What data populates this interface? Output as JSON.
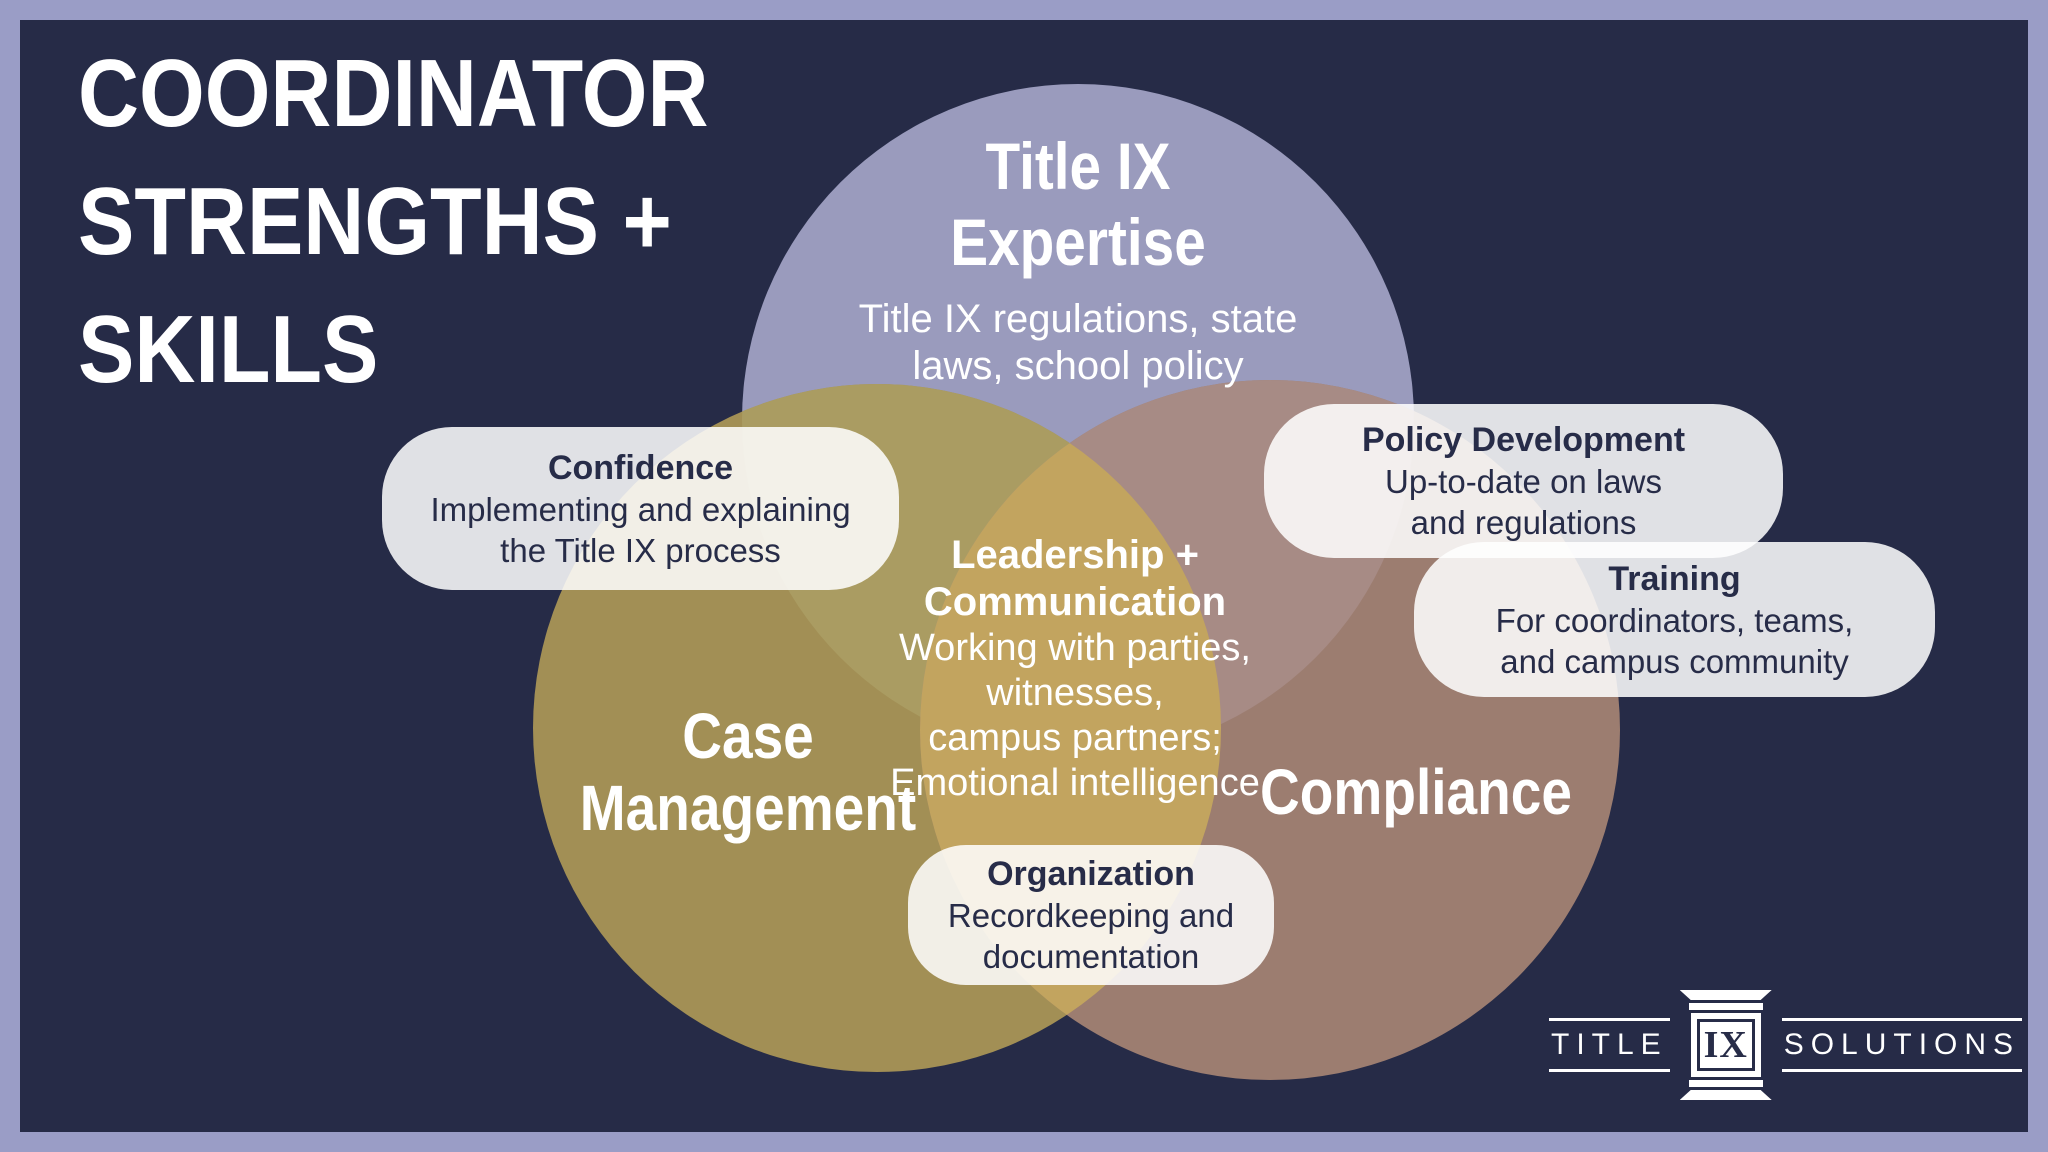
{
  "header": {
    "title": "COORDINATOR\nSTRENGTHS +\nSKILLS"
  },
  "diagram": {
    "type": "venn",
    "circles": [
      {
        "name": "title-ix-expertise",
        "title": "Title IX\nExpertise",
        "description": "Title IX regulations, state\nlaws, school policy",
        "color": "#9a9bbd"
      },
      {
        "name": "case-management",
        "title": "Case\nManagement",
        "description": "",
        "color": "#a28f55"
      },
      {
        "name": "compliance",
        "title": "Compliance",
        "description": "",
        "color": "#9c7d70"
      }
    ],
    "overlaps": {
      "expertise_case_color": "#aa9c62",
      "expertise_compliance_color": "#a78b85",
      "case_compliance_color": "#c2a45f"
    },
    "center": {
      "title": "Leadership +\nCommunication",
      "description": "Working with parties,\nwitnesses,\ncampus partners;\nEmotional intelligence"
    }
  },
  "callouts": [
    {
      "title": "Confidence",
      "description": "Implementing and explaining\nthe Title IX process"
    },
    {
      "title": "Policy Development",
      "description": "Up-to-date on laws\nand regulations"
    },
    {
      "title": "Training",
      "description": "For coordinators, teams,\nand campus community"
    },
    {
      "title": "Organization",
      "description": "Recordkeeping and\ndocumentation"
    }
  ],
  "logo": {
    "left": "TITLE",
    "middle": "IX",
    "right": "SOLUTIONS"
  },
  "colors": {
    "background": "#262b47",
    "frame": "#9a9dc6",
    "box_fill": "rgba(255,255,255,0.86)",
    "box_text": "#272c48",
    "circle_text": "#ffffff"
  }
}
